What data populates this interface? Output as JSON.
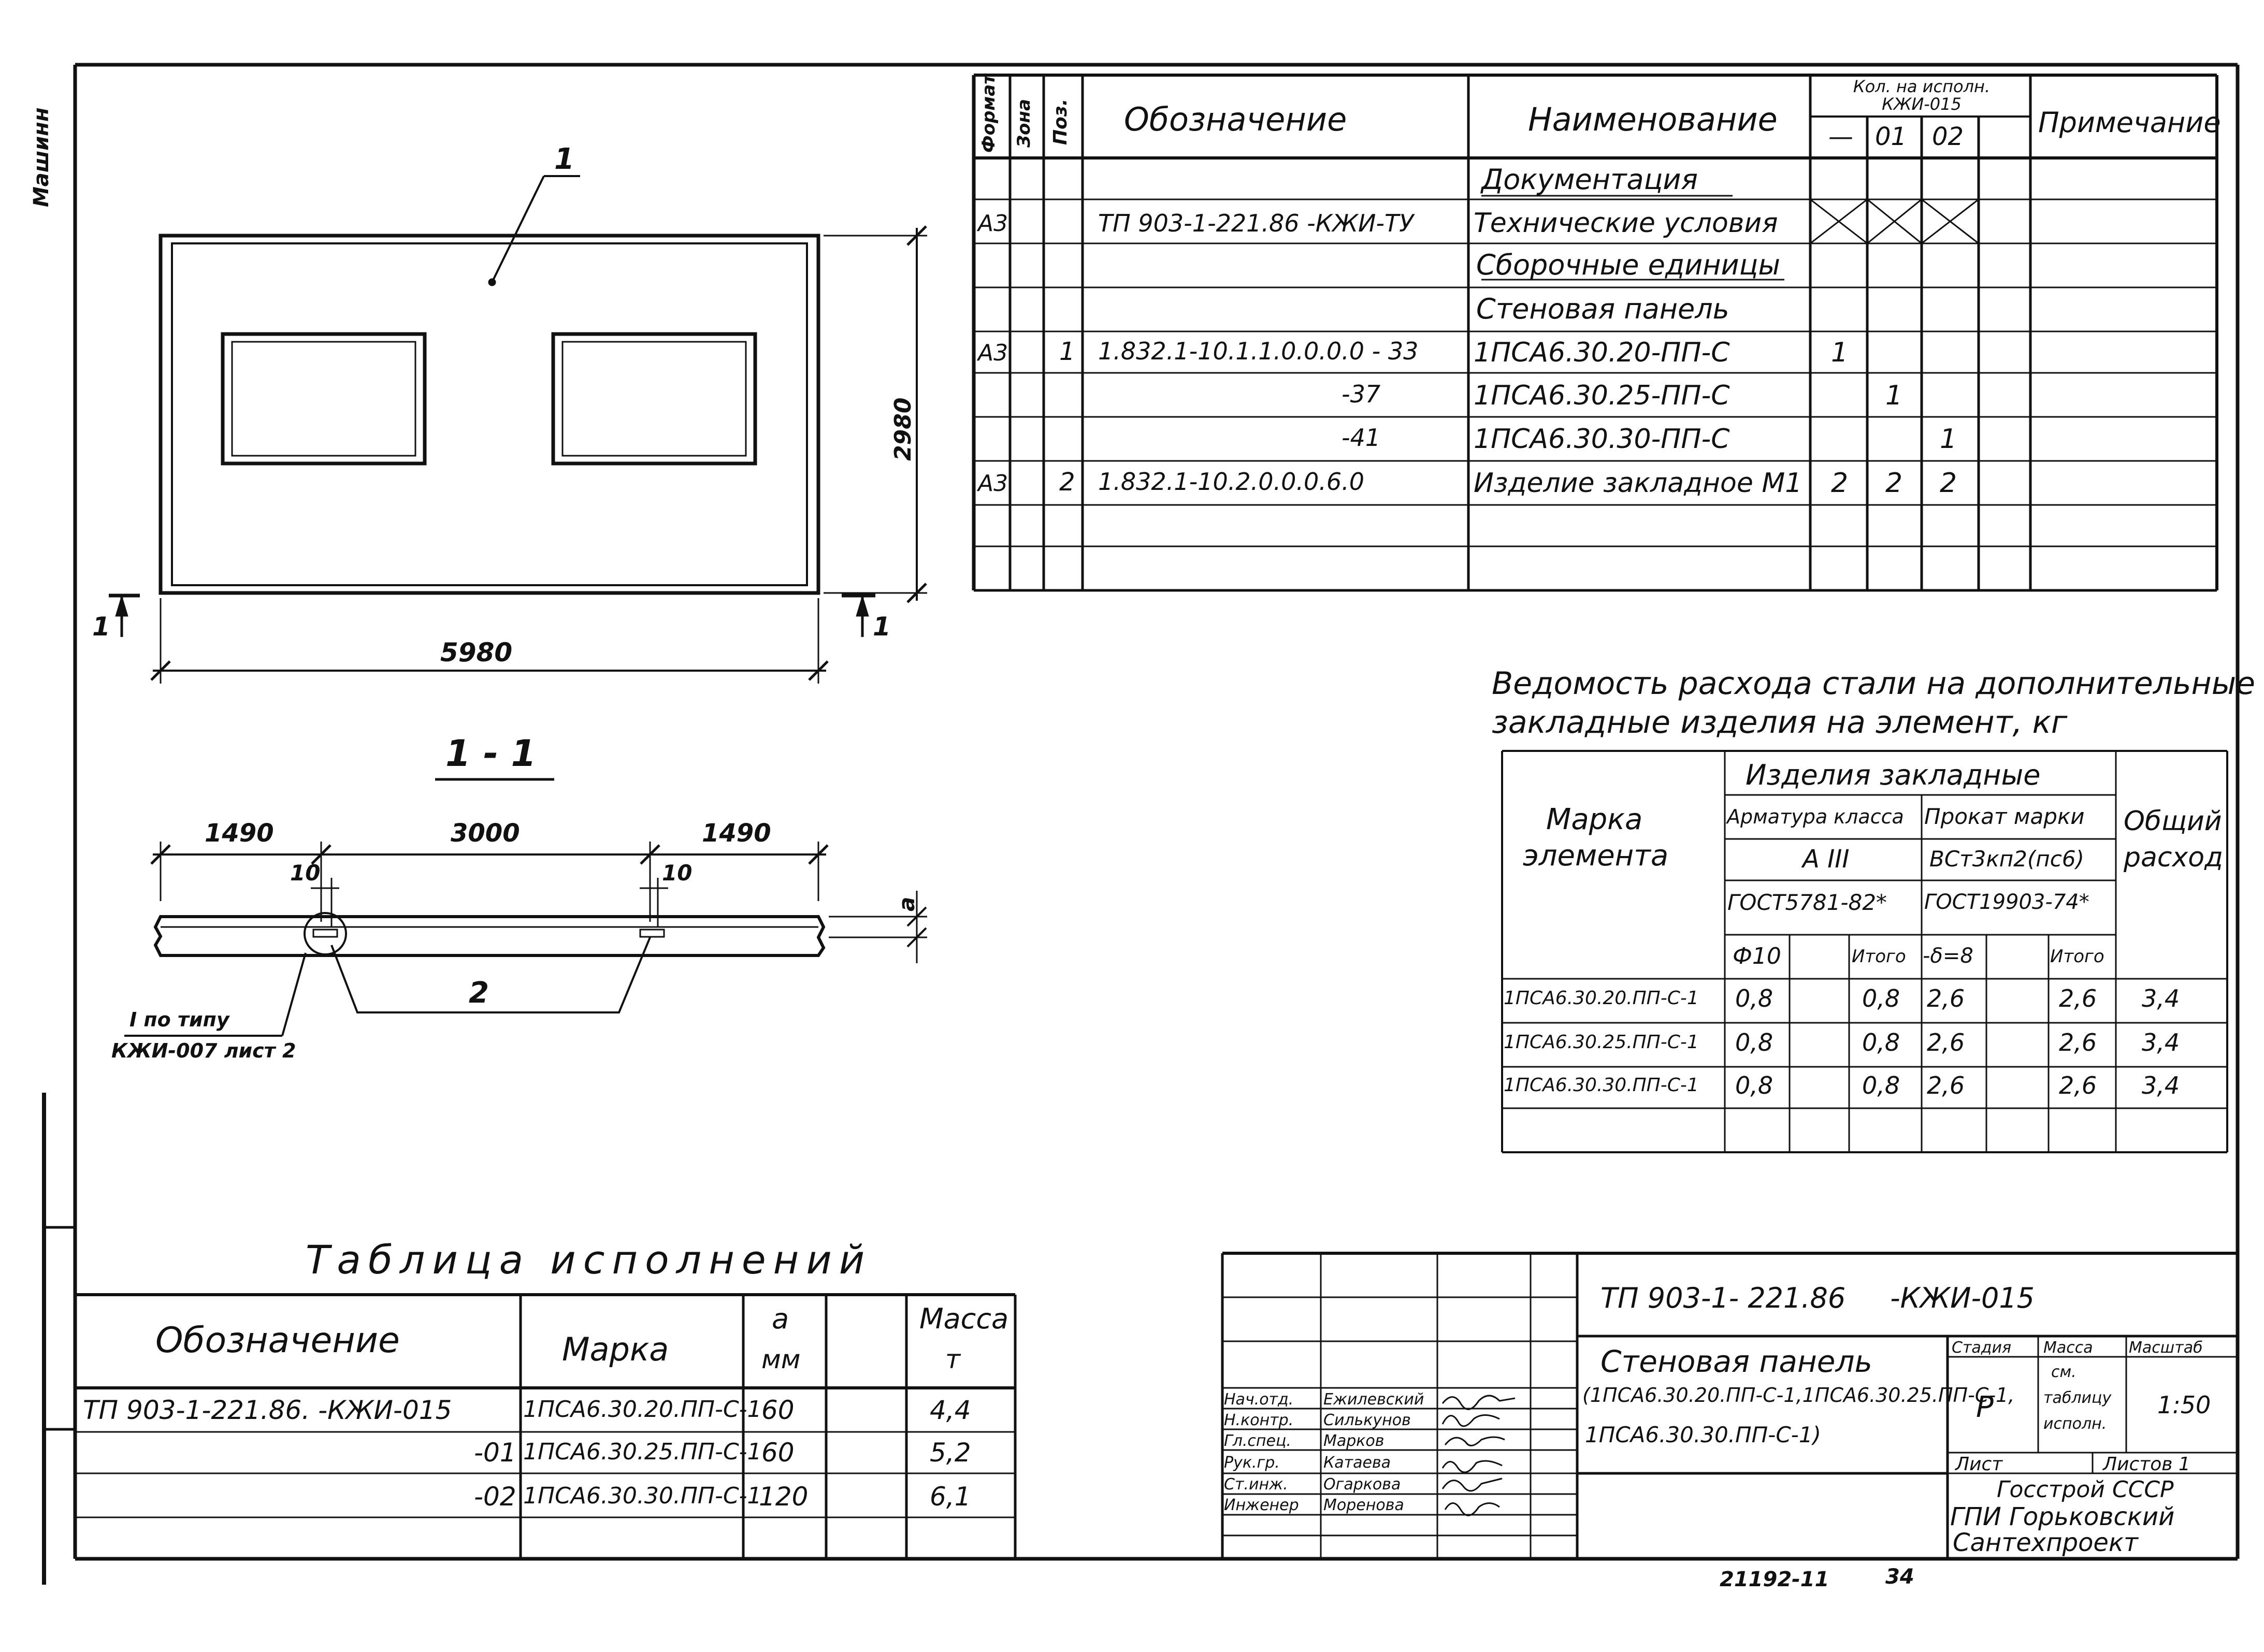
{
  "side_note": "Машинн",
  "spec": {
    "headers": {
      "format": "Формат",
      "zone": "Зона",
      "pos": "Поз.",
      "designation": "Обозначение",
      "name": "Наименование",
      "qty_title": "Кол. на исполн. КЖИ-015",
      "qty_cols": [
        "—",
        "01",
        "02"
      ],
      "note": "Примечание"
    },
    "rows": [
      {
        "format": "",
        "pos": "",
        "designation": "",
        "name": "Документация",
        "q": [
          "",
          "",
          ""
        ]
      },
      {
        "format": "А3",
        "pos": "",
        "designation": "ТП 903-1-221.86 -КЖИ-ТУ",
        "name": "Технические условия",
        "q": [
          "",
          "",
          ""
        ]
      },
      {
        "format": "",
        "pos": "",
        "designation": "",
        "name": "Сборочные единицы",
        "q": [
          "",
          "",
          ""
        ]
      },
      {
        "format": "",
        "pos": "",
        "designation": "",
        "name": "Стеновая панель",
        "q": [
          "",
          "",
          ""
        ]
      },
      {
        "format": "А3",
        "pos": "1",
        "designation": "1.832.1-10.1.1.0.0.0.0 - 33",
        "name": "1ПСА6.30.20-ПП-С",
        "q": [
          "1",
          "",
          ""
        ]
      },
      {
        "format": "",
        "pos": "",
        "designation": "-37",
        "name": "1ПСА6.30.25-ПП-С",
        "q": [
          "",
          "1",
          ""
        ]
      },
      {
        "format": "",
        "pos": "",
        "designation": "-41",
        "name": "1ПСА6.30.30-ПП-С",
        "q": [
          "",
          "",
          "1"
        ]
      },
      {
        "format": "А3",
        "pos": "2",
        "designation": "1.832.1-10.2.0.0.0.6.0",
        "name": "Изделие закладное М1",
        "q": [
          "2",
          "2",
          "2"
        ]
      }
    ]
  },
  "drawing": {
    "leader_1": "1",
    "height_dim": "2980",
    "width_dim": "5980",
    "section_mark": "1",
    "section_title": "1 - 1",
    "dims_top": [
      "1490",
      "3000",
      "1490"
    ],
    "dim_10_left": "10",
    "dim_10_right": "10",
    "dim_a": "а",
    "leader_2": "2",
    "node_note_1": "I по типу",
    "node_note_2": "КЖИ-007 лист 2"
  },
  "steel": {
    "title_1": "Ведомость расхода стали на дополнительные",
    "title_2": "закладные изделия на элемент, кг",
    "h_mark_1": "Марка",
    "h_mark_2": "элемента",
    "h_embedded": "Изделия закладные",
    "h_rebar": "Арматура класса",
    "h_rolled": "Прокат марки",
    "h_total_1": "Общий",
    "h_total_2": "расход",
    "h_class": "А III",
    "h_steel": "ВСт3кп2(пс6)",
    "h_gost1": "ГОСТ5781-82*",
    "h_gost2": "ГОСТ19903-74*",
    "h_d10": "Ф10",
    "h_itogo1": "Итого",
    "h_d8": "-δ=8",
    "h_itogo2": "Итого",
    "rows": [
      {
        "mark": "1ПСА6.30.20.ПП-С-1",
        "d10": "0,8",
        "it1": "0,8",
        "d8": "2,6",
        "it2": "2,6",
        "tot": "3,4"
      },
      {
        "mark": "1ПСА6.30.25.ПП-С-1",
        "d10": "0,8",
        "it1": "0,8",
        "d8": "2,6",
        "it2": "2,6",
        "tot": "3,4"
      },
      {
        "mark": "1ПСА6.30.30.ПП-С-1",
        "d10": "0,8",
        "it1": "0,8",
        "d8": "2,6",
        "it2": "2,6",
        "tot": "3,4"
      }
    ]
  },
  "variants": {
    "title": "Таблица исполнений",
    "h_designation": "Обозначение",
    "h_mark": "Марка",
    "h_a_1": "а",
    "h_a_2": "мм",
    "h_mass_1": "Масса",
    "h_mass_2": "т",
    "rows": [
      {
        "designation": "ТП 903-1-221.86. -КЖИ-015",
        "mark": "1ПСА6.30.20.ПП-С-1",
        "a": "60",
        "mass": "4,4"
      },
      {
        "designation": "-01",
        "mark": "1ПСА6.30.25.ПП-С-1",
        "a": "60",
        "mass": "5,2"
      },
      {
        "designation": "-02",
        "mark": "1ПСА6.30.30.ПП-С-1",
        "a": "120",
        "mass": "6,1"
      }
    ]
  },
  "title_block": {
    "code": "ТП 903-1- 221.86     -КЖИ-015",
    "name_1": "Стеновая панель",
    "name_2": "(1ПСА6.30.20.ПП-С-1,1ПСА6.30.25.ПП-С-1,",
    "name_3": "1ПСА6.30.30.ПП-С-1)",
    "h_stage": "Стадия",
    "h_mass": "Масса",
    "h_scale": "Масштаб",
    "stage": "Р",
    "mass_1": "см.",
    "mass_2": "таблицу",
    "mass_3": "исполн.",
    "scale": "1:50",
    "sheet": "Лист",
    "sheets": "Листов 1",
    "org_1": "Госстрой СССР",
    "org_2": "ГПИ Горьковский",
    "org_3": "Сантехпроект",
    "staff": [
      {
        "role": "Нач.отд.",
        "name": "Ежилевский"
      },
      {
        "role": "Н.контр.",
        "name": "Силькунов"
      },
      {
        "role": "Гл.спец.",
        "name": "Марков"
      },
      {
        "role": "Рук.гр.",
        "name": "Катаева"
      },
      {
        "role": "Ст.инж.",
        "name": "Огаркова"
      },
      {
        "role": "Инженер",
        "name": "Моренова"
      }
    ]
  },
  "footer": {
    "number": "21192-11",
    "page": "34"
  }
}
